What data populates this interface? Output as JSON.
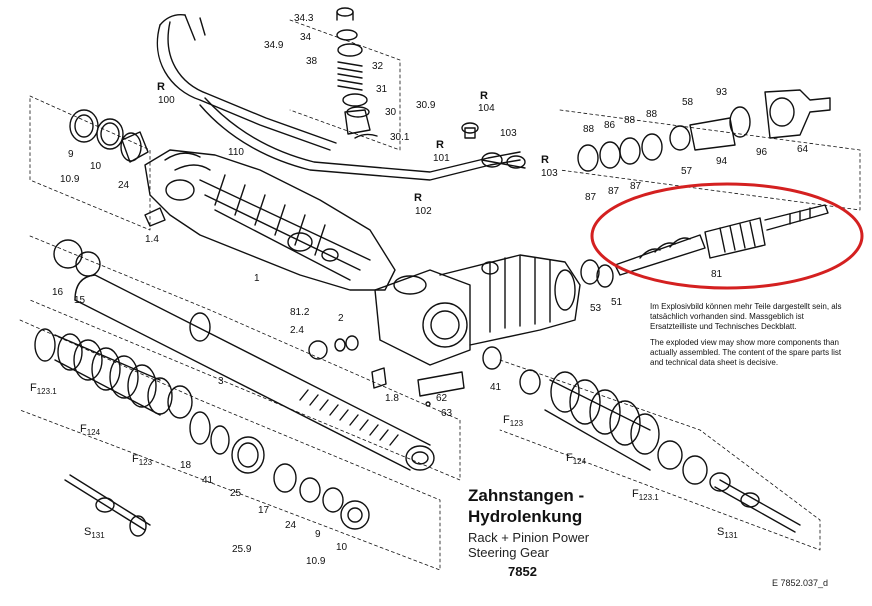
{
  "title_de_line1": "Zahnstangen -",
  "title_de_line2": "Hydrolenkung",
  "title_en_line1": "Rack + Pinion Power",
  "title_en_line2": "Steering Gear",
  "drawing_number": "7852",
  "reference_code": "E 7852.037_d",
  "note_de": "Im Explosivbild können mehr Teile dargestellt sein, als tatsächlich vorhanden sind. Massgeblich ist Ersatzteilliste und Technisches Deckblatt.",
  "note_en": "The exploded view may show more components than actually assembled. The content of the spare parts list and technical data sheet is decisive.",
  "highlight_color": "#d42020",
  "part_labels": {
    "p34_3": "34.3",
    "p34": "34",
    "p34_9": "34.9",
    "p38": "38",
    "p32": "32",
    "p31": "31",
    "p30": "30",
    "p30_9": "30.9",
    "p30_1": "30.1",
    "r100": "R",
    "n100": "100",
    "p110": "110",
    "r101": "R",
    "n101": "101",
    "r102": "R",
    "n102": "102",
    "r104": "R",
    "n104": "104",
    "n103a": "103",
    "r103": "R",
    "n103b": "103",
    "p9a": "9",
    "p10a": "10",
    "p10_9a": "10.9",
    "p24a": "24",
    "p1_4": "1.4",
    "p1": "1",
    "p16": "16",
    "p15": "15",
    "p81_2": "81.2",
    "p2": "2",
    "p2_4": "2.4",
    "p3": "3",
    "p1_8": "1.8",
    "p62": "62",
    "p63": "63",
    "p41a": "41",
    "p53": "53",
    "p51": "51",
    "p88a": "88",
    "p86": "86",
    "p88b": "88",
    "p88c": "88",
    "p58": "58",
    "p93": "93",
    "p87a": "87",
    "p87b": "87",
    "p87c": "87",
    "p57": "57",
    "p94": "94",
    "p96": "96",
    "p64": "64",
    "p81": "81",
    "f123_1a": "F",
    "f123_1a_sub": "123.1",
    "f124a": "F",
    "f124a_sub": "124",
    "f123a": "F",
    "f123a_sub": "123",
    "p18": "18",
    "p41b": "41",
    "p25": "25",
    "p17": "17",
    "p24b": "24",
    "p9b": "9",
    "p10b": "10",
    "p25_9": "25.9",
    "p10_9b": "10.9",
    "s131a": "S",
    "s131a_sub": "131",
    "f123b": "F",
    "f123b_sub": "123",
    "f124b": "F",
    "f124b_sub": "124",
    "f123_1b": "F",
    "f123_1b_sub": "123.1",
    "s131b": "S",
    "s131b_sub": "131"
  }
}
